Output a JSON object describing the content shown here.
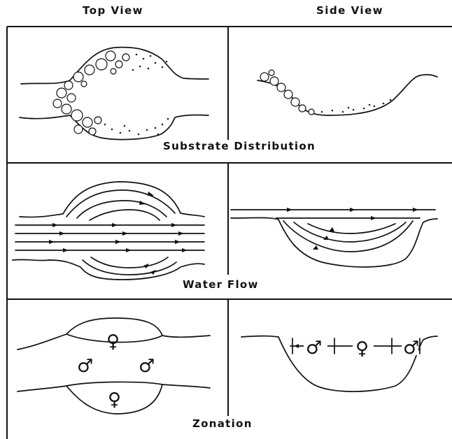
{
  "columns": {
    "top_view": "Top View",
    "side_view": "Side View"
  },
  "rows": [
    {
      "caption": "Substrate Distribution"
    },
    {
      "caption": "Water Flow"
    },
    {
      "caption": "Zonation"
    }
  ],
  "symbols": {
    "male": "♂",
    "female": "♀"
  }
}
